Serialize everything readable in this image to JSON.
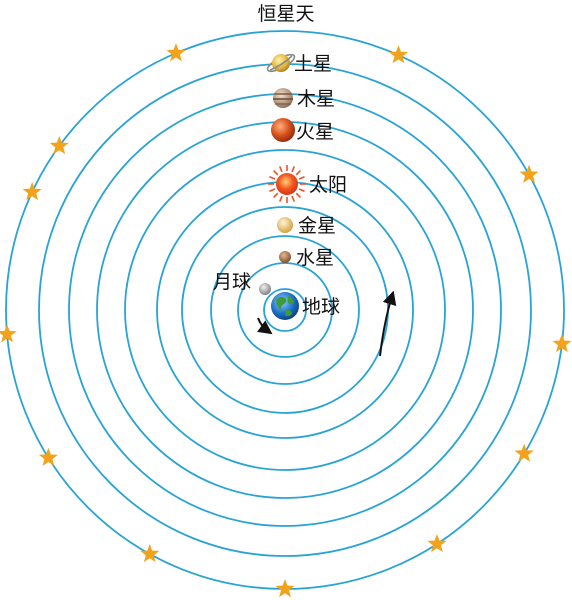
{
  "title": "恒星天",
  "colors": {
    "orbit": "#29a3d6",
    "star": "#f2a21b",
    "arrow": "#111111"
  },
  "bodies": [
    {
      "id": "saturn",
      "label": "土星",
      "icon": "saturn-icon"
    },
    {
      "id": "jupiter",
      "label": "木星",
      "icon": "jupiter-icon"
    },
    {
      "id": "mars",
      "label": "火星",
      "icon": "mars-icon"
    },
    {
      "id": "sun",
      "label": "太阳",
      "icon": "sun-icon"
    },
    {
      "id": "venus",
      "label": "金星",
      "icon": "venus-icon"
    },
    {
      "id": "mercury",
      "label": "水星",
      "icon": "mercury-icon"
    },
    {
      "id": "moon",
      "label": "月球",
      "icon": "moon-icon"
    },
    {
      "id": "earth",
      "label": "地球",
      "icon": "earth-icon"
    }
  ]
}
